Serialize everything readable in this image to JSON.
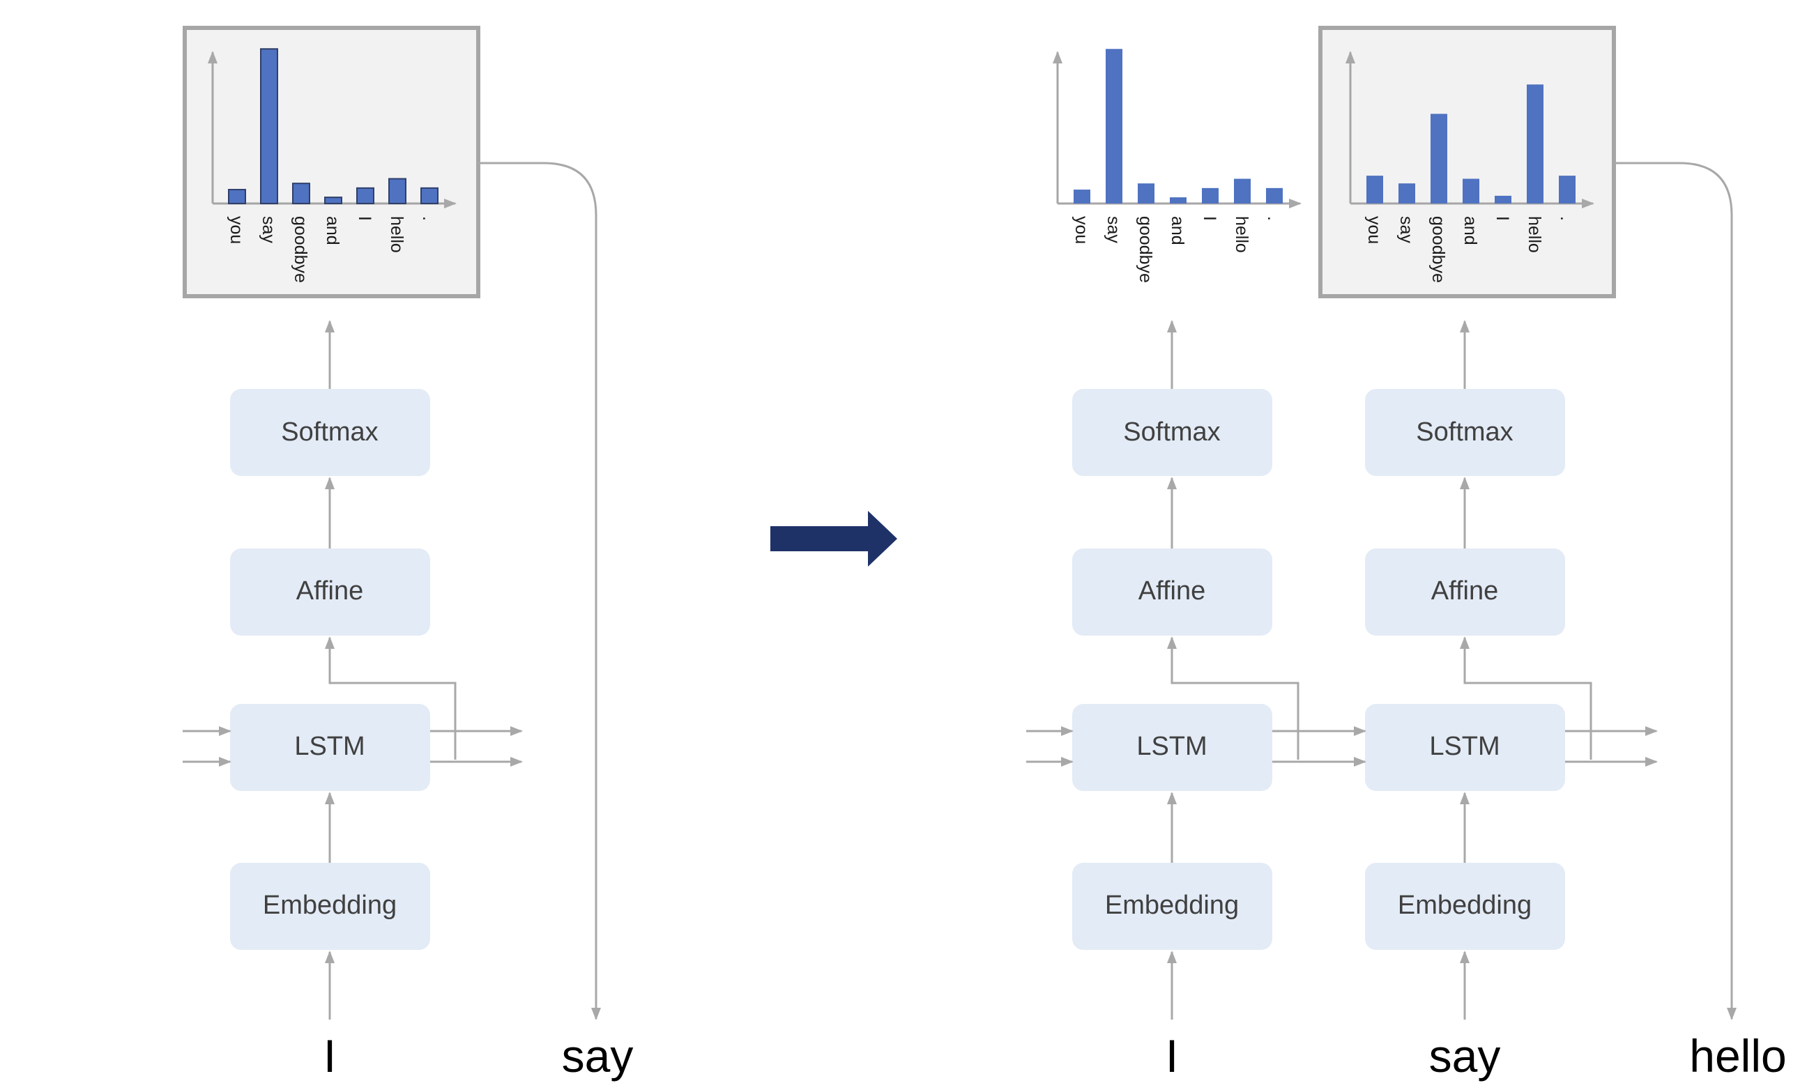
{
  "layers": {
    "softmax": "Softmax",
    "affine": "Affine",
    "lstm": "LSTM",
    "embedding": "Embedding"
  },
  "words": {
    "left_input": "I",
    "left_output": "say",
    "right_input_1": "I",
    "right_input_2": "say",
    "right_output": "hello"
  },
  "colors": {
    "layer_fill": "#e3ebf6",
    "bar_fill": "#4f72c1",
    "big_arrow": "#1f3268",
    "connector": "#a8a8a8"
  },
  "chart_data": [
    {
      "type": "bar",
      "categories": [
        "you",
        "say",
        "goodbye",
        "and",
        "I",
        "hello",
        "."
      ],
      "values": [
        0.09,
        1.0,
        0.13,
        0.04,
        0.1,
        0.16,
        0.1
      ],
      "ylim": [
        0,
        1.1
      ],
      "title": "",
      "xlabel": "",
      "ylabel": ""
    },
    {
      "type": "bar",
      "categories": [
        "you",
        "say",
        "goodbye",
        "and",
        "I",
        "hello",
        "."
      ],
      "values": [
        0.09,
        1.0,
        0.13,
        0.04,
        0.1,
        0.16,
        0.1
      ],
      "ylim": [
        0,
        1.1
      ],
      "title": "",
      "xlabel": "",
      "ylabel": ""
    },
    {
      "type": "bar",
      "categories": [
        "you",
        "say",
        "goodbye",
        "and",
        "I",
        "hello",
        "."
      ],
      "values": [
        0.18,
        0.13,
        0.58,
        0.16,
        0.05,
        0.77,
        0.18
      ],
      "ylim": [
        0,
        1.1
      ],
      "title": "",
      "xlabel": "",
      "ylabel": ""
    }
  ]
}
